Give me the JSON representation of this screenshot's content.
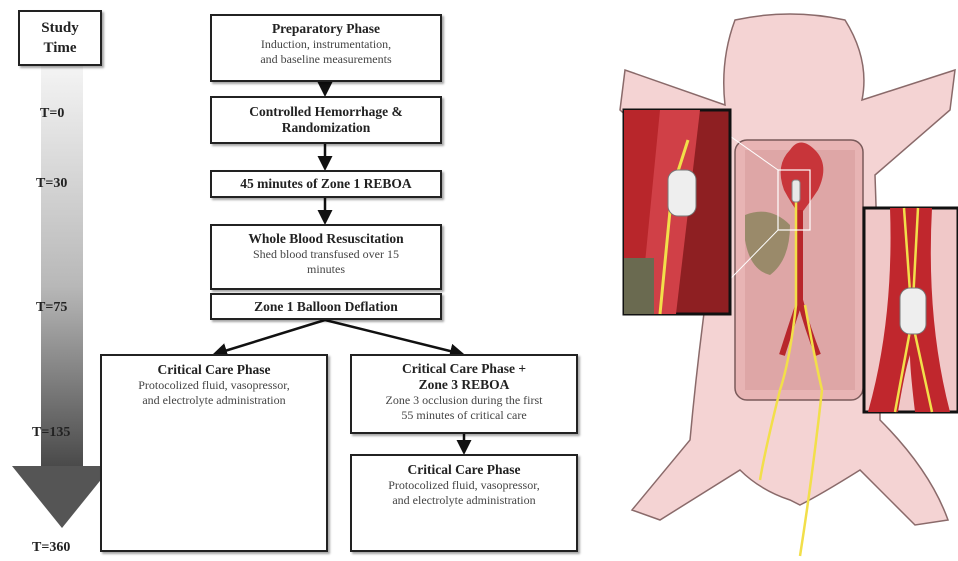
{
  "timeline": {
    "header": [
      "Study",
      "Time"
    ],
    "markers": [
      "T=0",
      "T=30",
      "T=75",
      "T=135",
      "T=360"
    ]
  },
  "boxes": {
    "prep": {
      "title": "Preparatory Phase",
      "desc": [
        "Induction, instrumentation,",
        "and baseline measurements"
      ]
    },
    "hemorrhage": {
      "title": [
        "Controlled Hemorrhage &",
        "Randomization"
      ]
    },
    "reboa1": {
      "title": "45 minutes of Zone 1 REBOA"
    },
    "wholeblood": {
      "title": "Whole Blood Resuscitation",
      "desc": [
        "Shed blood transfused over 15",
        "minutes"
      ]
    },
    "deflation": {
      "title": "Zone 1 Balloon Deflation"
    },
    "cc_left": {
      "title": "Critical Care Phase",
      "desc": [
        "Protocolized fluid, vasopressor,",
        "and electrolyte administration"
      ]
    },
    "cc_reboa3": {
      "title": [
        "Critical Care Phase +",
        "Zone 3 REBOA"
      ],
      "desc": [
        "Zone 3 occlusion during the first",
        "55 minutes of critical care"
      ]
    },
    "cc_right": {
      "title": "Critical Care Phase",
      "desc": [
        "Protocolized fluid, vasopressor,",
        "and electrolyte administration"
      ]
    }
  },
  "colors": {
    "illustration_skin": "#f4d3d3",
    "artery": "#b8262b",
    "catheter": "#f2df4a",
    "arrow_dark": "#555555",
    "arrow_light": "#f2f2f2"
  }
}
